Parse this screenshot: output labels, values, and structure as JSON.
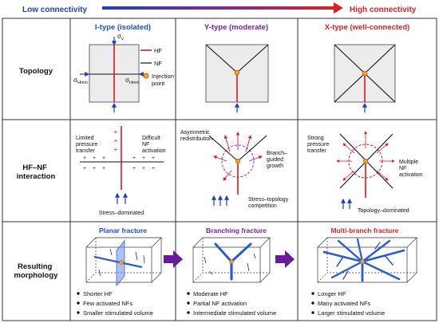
{
  "header": {
    "low_label": "Low connectivity",
    "high_label": "High connectivity",
    "low_color": "#1f3fbf",
    "high_color": "#e02020"
  },
  "colors": {
    "hf": "#e0151b",
    "nf": "#111111",
    "injection": "#f0a030",
    "stress_arrow": "#1a3cc8",
    "i_type": "#1a4fd0",
    "y_type": "#7a1fa0",
    "x_type": "#e02020",
    "branch": "#2a5bd7",
    "progress_arrow": "#6a1b9a",
    "dashed_circle": "#8a2be2"
  },
  "columns": [
    {
      "title": "I-type (isolated)"
    },
    {
      "title": "Y-type (moderate)"
    },
    {
      "title": "X-type (well-connected)"
    }
  ],
  "rows": [
    {
      "label_lines": [
        "Topology"
      ]
    },
    {
      "label_lines": [
        "HF–NF",
        "interaction"
      ]
    },
    {
      "label_lines": [
        "Resulting",
        "morphology"
      ]
    }
  ],
  "topology": {
    "sigma_v": "σ",
    "sigma_v_sub": "v",
    "sigma_h": "σ",
    "sigma_h_sub": "Hmin",
    "legend_hf": "HF",
    "legend_nf": "NF",
    "legend_injection_line1": "Injection",
    "legend_injection_line2": "point"
  },
  "interaction": {
    "i_left_lines": [
      "Limited",
      "pressure",
      "transfer"
    ],
    "i_right_lines": [
      "Difficult",
      "NF",
      "activation"
    ],
    "i_bottom": "Stress–dominated",
    "y_left_lines": [
      "Asymmetric",
      "redistribution"
    ],
    "y_right_lines": [
      "Branch–",
      "guided",
      "growth"
    ],
    "y_bottom_lines": [
      "Stress–topology",
      "competition"
    ],
    "x_left_lines": [
      "Strong",
      "pressure",
      "transfer"
    ],
    "x_right_lines": [
      "Multiple",
      "NF",
      "activation"
    ],
    "x_bottom": "Topology–dominated"
  },
  "morphology": [
    {
      "title": "Planar fracture",
      "bullets": [
        "Shorter HF",
        "Few activated NFs",
        "Smaller stimulated volume"
      ]
    },
    {
      "title": "Branching fracture",
      "bullets": [
        "Moderate HF",
        "Partial NF activation",
        "Intermediate stimulated volume"
      ]
    },
    {
      "title": "Multi-branch fracture",
      "bullets": [
        "Longer HF",
        "Many activated NFs",
        "Larger stimulated volume"
      ]
    }
  ]
}
